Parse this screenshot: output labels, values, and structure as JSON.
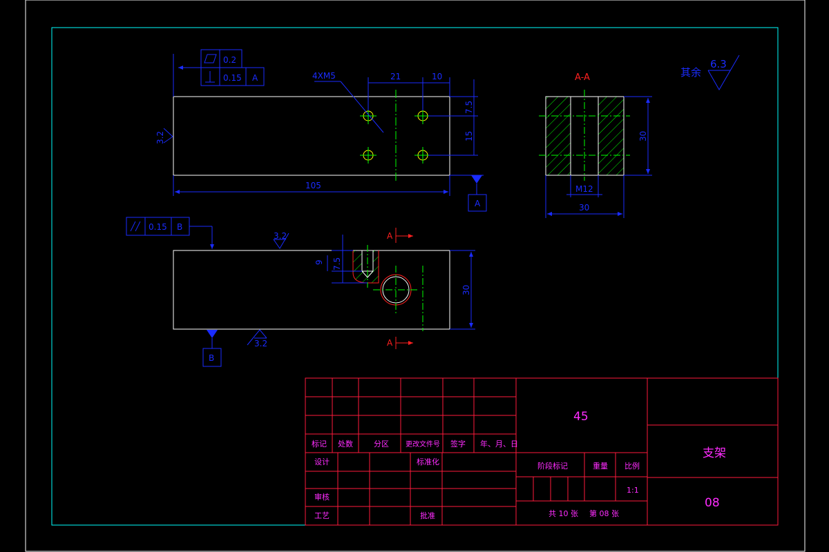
{
  "drawing": {
    "material": "45",
    "part_name": "支架",
    "drawing_no": "08",
    "section_label": "A-A",
    "rest_roughness_label": "其余",
    "rest_roughness_value": "6.3"
  },
  "front_view": {
    "hole_callout": "4XM5",
    "dim_21": "21",
    "dim_10": "10",
    "dim_7_5": "7.5",
    "dim_15": "15",
    "dim_105": "105",
    "roughness_left": "3.2",
    "tol_flatness": "0.2",
    "tol_perp_value": "0.15",
    "tol_perp_datum": "A",
    "datum_a": "A"
  },
  "top_view": {
    "tol_parallel_value": "0.15",
    "tol_parallel_datum": "B",
    "roughness_top": "3.2",
    "roughness_bottom": "3.2",
    "dim_7_5": "7.5",
    "dim_9": "9",
    "dim_30": "30",
    "section_mark_top": "A",
    "section_mark_bottom": "A",
    "datum_b": "B"
  },
  "section_view": {
    "dim_30_height": "30",
    "dim_m12": "M12",
    "dim_30_width": "30"
  },
  "title_block": {
    "headers": [
      "标记",
      "处数",
      "分区",
      "更改文件号",
      "签字",
      "年、月、日"
    ],
    "design": "设计",
    "standardization": "标准化",
    "review": "审核",
    "process": "工艺",
    "approve": "批准",
    "stage_mark": "阶段标记",
    "weight": "重量",
    "scale": "比例",
    "scale_value": "1:1",
    "sheets_total": "共 10 张",
    "sheet_current": "第 08 张"
  },
  "colors": {
    "frame_outer": "#ffffff",
    "frame_inner": "#00ffff",
    "dimension": "#1a2cff",
    "outline": "#ffffff",
    "centerline": "#00ff00",
    "hatch": "#00ff00",
    "section_mark": "#ff2020",
    "title_grid": "#ff1a3c",
    "title_text": "#ff2cff"
  }
}
